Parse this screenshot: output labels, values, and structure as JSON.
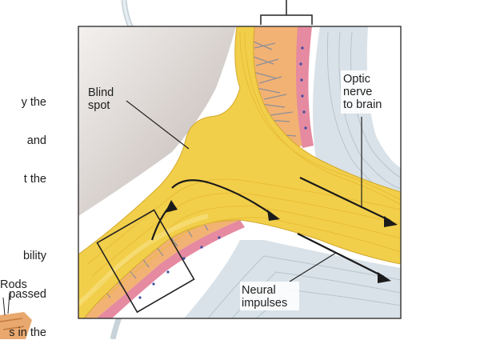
{
  "labels": {
    "blind_spot": "Blind\nspot",
    "optic_nerve": "Optic\nnerve\nto brain",
    "neural_impulses": "Neural\nimpulses",
    "rods": "Rods"
  },
  "left_fragments": [
    "y the",
    "and",
    "t the",
    "",
    "bility",
    "passed",
    "s in the"
  ],
  "colors": {
    "nerve_yellow": "#f2cf4a",
    "nerve_light": "#f8e38a",
    "sclera_blue": "#d9e2e8",
    "vitreous_gray": "#dcd7d4",
    "retina_orange": "#e79a4b",
    "frame": "#333333"
  }
}
